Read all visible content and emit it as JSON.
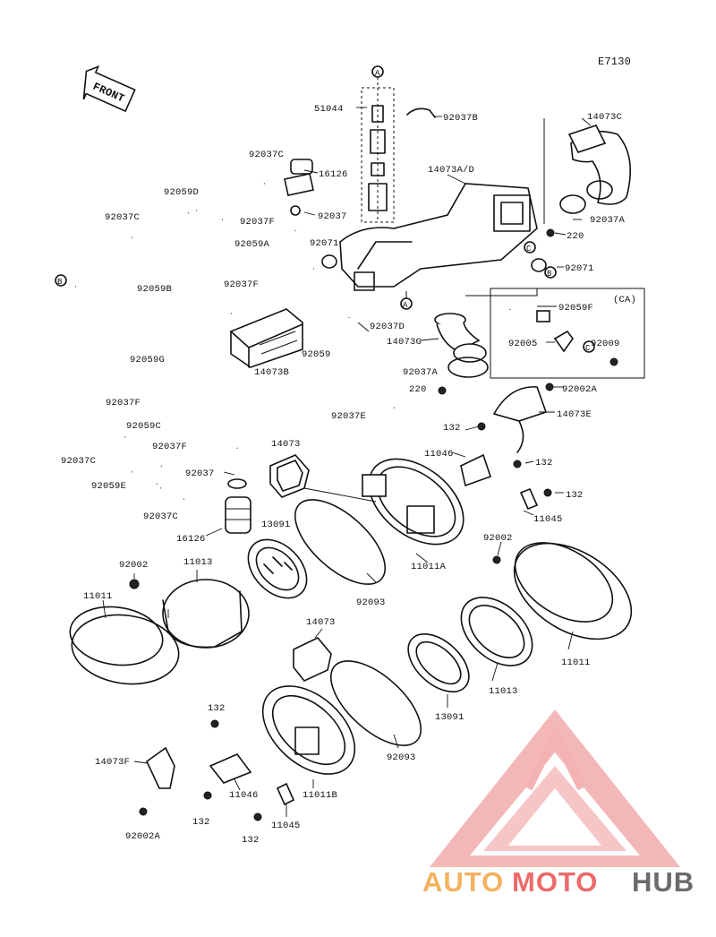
{
  "diagram": {
    "code": "E7130",
    "front_label": "FRONT",
    "ca_label": "(CA)",
    "ref_A": "A",
    "ref_B": "B",
    "ref_C": "C",
    "labels": [
      "14073C",
      "51044",
      "92037B",
      "92037C",
      "16126",
      "14073A/D",
      "92059D",
      "92037C",
      "92037F",
      "92037",
      "92037A",
      "220",
      "92059A",
      "92071",
      "92071",
      "92037F",
      "92059B",
      "B",
      "92059F",
      "92037D",
      "14073G",
      "92005",
      "92009",
      "14073B",
      "92059",
      "92059G",
      "92037A",
      "220",
      "92002A",
      "92037F",
      "92037E",
      "14073E",
      "132",
      "92059C",
      "92037F",
      "11046",
      "132",
      "92037C",
      "14073",
      "92037",
      "92059E",
      "132",
      "11045",
      "92037C",
      "16126",
      "13091",
      "92002",
      "92002",
      "11013",
      "11011A",
      "11011",
      "92093",
      "11011",
      "14073",
      "11013",
      "13091",
      "132",
      "92093",
      "14073F",
      "11046",
      "11011B",
      "132",
      "11045",
      "92002A",
      "132"
    ]
  },
  "watermark": {
    "part1": "AUTO",
    "part2": "MOTO",
    "part3": "HUB",
    "colors": {
      "auto": "#f3b25f",
      "moto": "#ee6a6a",
      "hub": "#6b6b6b",
      "logo": "#ef9a9a"
    }
  }
}
